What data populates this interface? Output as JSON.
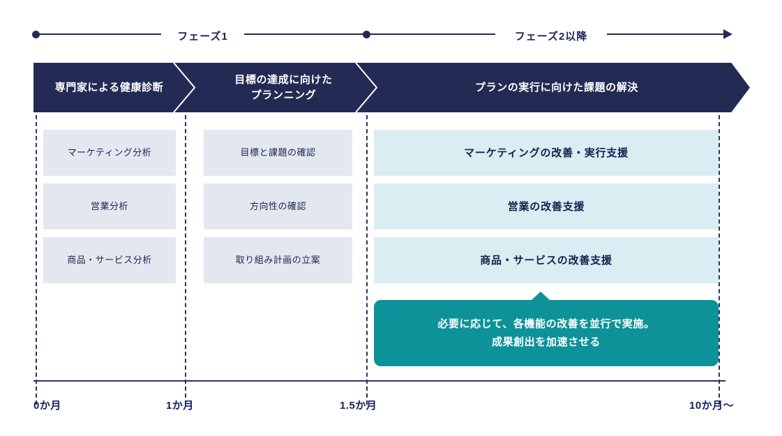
{
  "timeline": {
    "phases": [
      {
        "label": "フェーズ1"
      },
      {
        "label": "フェーズ2以降"
      }
    ]
  },
  "banner": {
    "segments": [
      {
        "label": "専門家による健康診断"
      },
      {
        "label_line1": "目標の達成に向けた",
        "label_line2": "プランニング"
      },
      {
        "label": "プランの実行に向けた課題の解決"
      }
    ]
  },
  "columns": {
    "phase1_diagnosis": [
      {
        "label": "マーケティング分析"
      },
      {
        "label": "営業分析"
      },
      {
        "label": "商品・サービス分析"
      }
    ],
    "phase1_planning": [
      {
        "label": "目標と課題の確認"
      },
      {
        "label": "方向性の確認"
      },
      {
        "label": "取り組み計画の立案"
      }
    ],
    "phase2_execution": [
      {
        "label": "マーケティングの改善・実行支援"
      },
      {
        "label": "営業の改善支援"
      },
      {
        "label": "商品・サービスの改善支援"
      }
    ]
  },
  "callout": {
    "line1": "必要に応じて、各機能の改善を並行で実施。",
    "line2": "成果創出を加速させる"
  },
  "axis": {
    "ticks": [
      {
        "label": "0か月"
      },
      {
        "label": "1か月"
      },
      {
        "label": "1.5か月"
      },
      {
        "label": "10か月〜"
      }
    ]
  },
  "colors": {
    "navy": "#232a54",
    "gray_box": "#e3e7ef",
    "light_teal_box": "#d9edf2",
    "teal_callout": "#0d9299",
    "text_navy": "#16225c"
  }
}
